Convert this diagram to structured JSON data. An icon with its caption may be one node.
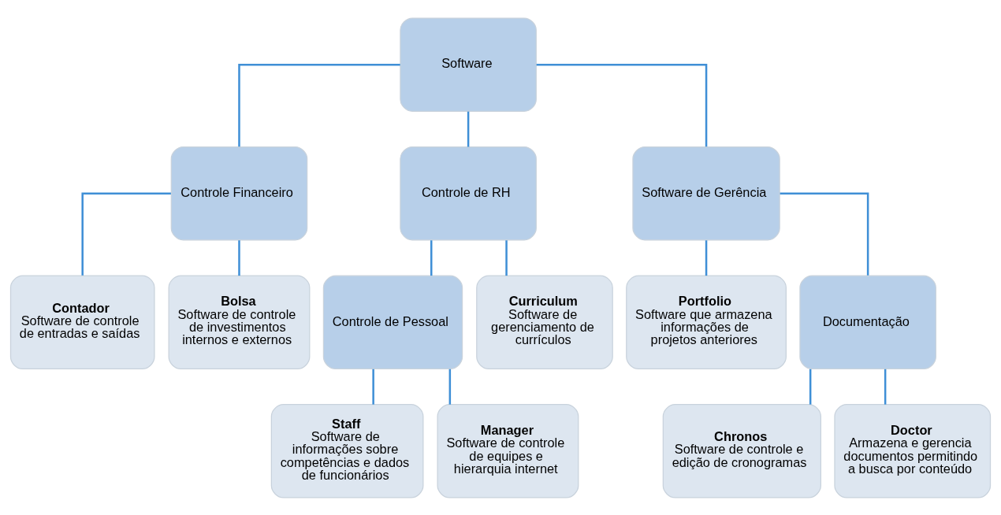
{
  "diagram": {
    "nodes": [
      {
        "text": [
          "Software"
        ]
      },
      {
        "text": [
          "Controle Financeiro"
        ]
      },
      {
        "text": [
          "Controle de RH"
        ]
      },
      {
        "text": [
          "Software de Gerência"
        ]
      },
      {
        "text": [
          "Contador",
          "Software de controle de entradas e saídas"
        ]
      },
      {
        "text": [
          "Bolsa",
          "Software de controle de investimentos internos e externos"
        ]
      },
      {
        "text": [
          "Controle de Pessoal"
        ]
      },
      {
        "text": [
          "Curriculum",
          "Software de gerenciamento de currículos"
        ]
      },
      {
        "text": [
          "Portfolio",
          "Software que armazena informações de projetos anteriores"
        ]
      },
      {
        "text": [
          "Documentação"
        ]
      },
      {
        "text": [
          "Staff",
          "Software de informações sobre competências e dados de funcionários"
        ]
      },
      {
        "text": [
          "Manager",
          "Software de controle de equipes e hierarquia internet"
        ]
      },
      {
        "text": [
          "Chronos",
          "Software de controle e edição de cronogramas"
        ]
      },
      {
        "text": [
          "Doctor",
          "Armazena e gerencia documentos permitindo a busca por conteúdo"
        ]
      }
    ],
    "edges": [
      {
        "from": 0,
        "to": 1,
        "arrow": "none"
      },
      {
        "from": 0,
        "to": 2,
        "arrow": "none"
      },
      {
        "from": 0,
        "to": 3,
        "arrow": "none"
      },
      {
        "from": 1,
        "to": 4,
        "arrow": "none"
      },
      {
        "from": 1,
        "to": 5,
        "arrow": "none"
      },
      {
        "from": 2,
        "to": 6,
        "arrow": "none"
      },
      {
        "from": 2,
        "to": 7,
        "arrow": "none"
      },
      {
        "from": 3,
        "to": 8,
        "arrow": "none"
      },
      {
        "from": 3,
        "to": 9,
        "arrow": "none"
      },
      {
        "from": 6,
        "to": 10,
        "arrow": "none"
      },
      {
        "from": 6,
        "to": 11,
        "arrow": "none"
      },
      {
        "from": 9,
        "to": 12,
        "arrow": "none"
      },
      {
        "from": 9,
        "to": 13,
        "arrow": "none"
      }
    ]
  }
}
